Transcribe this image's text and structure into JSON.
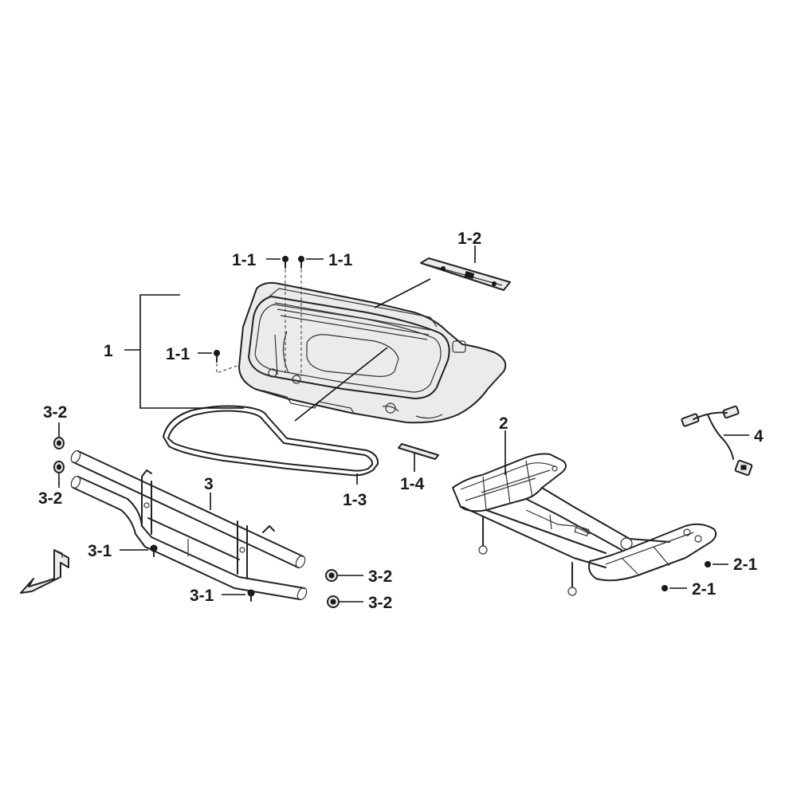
{
  "labels": {
    "p1": "1",
    "p1_1_a": "1-1",
    "p1_1_b": "1-1",
    "p1_1_c": "1-1",
    "p1_2": "1-2",
    "p1_3": "1-3",
    "p1_4": "1-4",
    "p2": "2",
    "p2_1_a": "2-1",
    "p2_1_b": "2-1",
    "p3": "3",
    "p3_1_a": "3-1",
    "p3_1_b": "3-1",
    "p3_2_a": "3-2",
    "p3_2_b": "3-2",
    "p3_2_c": "3-2",
    "p3_2_d": "3-2",
    "p4": "4"
  },
  "icons": {
    "direction": "front-arrow-icon"
  },
  "colors": {
    "line": "#222222",
    "background": "#ffffff"
  }
}
